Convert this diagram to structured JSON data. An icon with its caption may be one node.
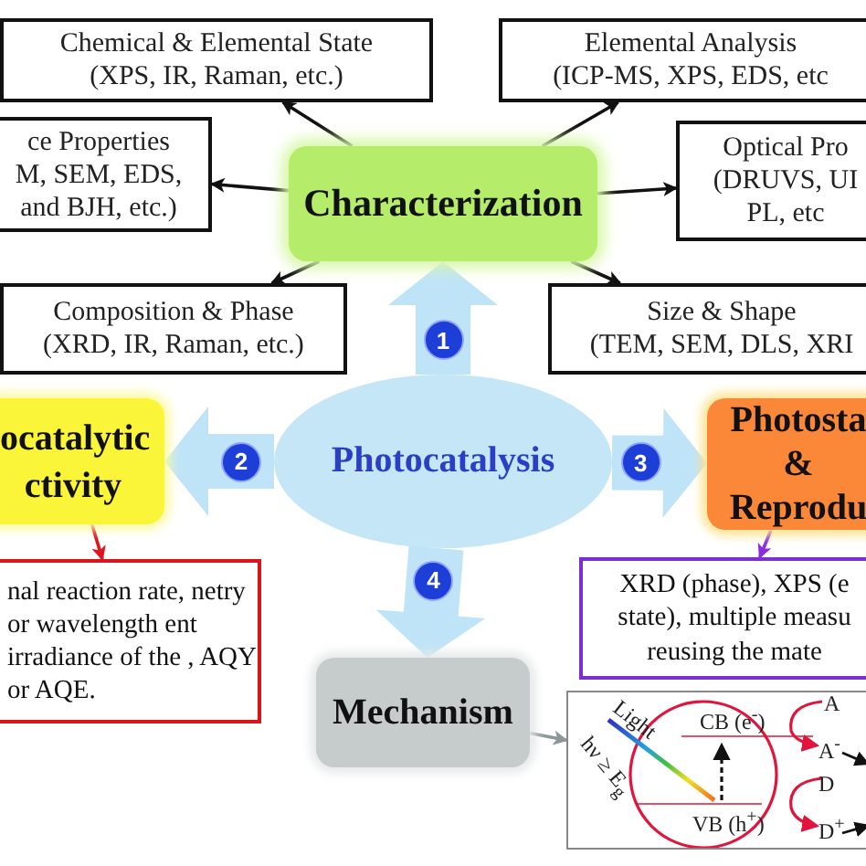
{
  "diagram": {
    "nodes": [
      {
        "text": [
          "Characterization"
        ]
      },
      {
        "text": [
          "Chemical & Elemental State",
          "(XPS, IR, Raman, etc.)"
        ]
      },
      {
        "text": [
          "Elemental Analysis",
          "(ICP-MS, XPS, EDS, etc"
        ]
      },
      {
        "text": [
          "ce Properties",
          "M, SEM, EDS,",
          "and BJH, etc.)"
        ]
      },
      {
        "text": [
          "Optical Pro",
          "(DRUVS, UI",
          "PL, etc"
        ]
      },
      {
        "text": [
          "Composition & Phase",
          "(XRD, IR, Raman, etc.)"
        ]
      },
      {
        "text": [
          "Size & Shape",
          "(TEM, SEM, DLS, XRI"
        ]
      },
      {
        "text": [
          "Photocatalysis"
        ]
      },
      {
        "text": [
          "ocatalytic ctivity"
        ]
      },
      {
        "text": [
          "nal reaction rate, netry or wavelength ent irradiance of the , AQY or AQE."
        ]
      },
      {
        "text": [
          "Photosta & Reprodu"
        ]
      },
      {
        "text": [
          "XRD (phase), XPS (e state), multiple measu reusing the mate"
        ]
      },
      {
        "text": [
          "Mechanism"
        ]
      },
      {
        "text": [
          "Light",
          "hν ≥ E$_{g}$",
          "CB (e$^{-}$)",
          "VB (h$^{+}$)",
          "A",
          "A$^{-}$",
          "D",
          "D$^{+}$"
        ]
      }
    ],
    "edges": [
      {
        "from": 0,
        "to": 1,
        "arrow": "to"
      },
      {
        "from": 0,
        "to": 2,
        "arrow": "to"
      },
      {
        "from": 0,
        "to": 3,
        "arrow": "to"
      },
      {
        "from": 0,
        "to": 4,
        "arrow": "to"
      },
      {
        "from": 0,
        "to": 5,
        "arrow": "to"
      },
      {
        "from": 0,
        "to": 6,
        "arrow": "to"
      },
      {
        "from": 7,
        "to": 0,
        "arrow": "to",
        "label": "1",
        "style": "thick",
        "color": "#bfe4f7"
      },
      {
        "from": 7,
        "to": 8,
        "arrow": "to",
        "label": "2",
        "style": "thick",
        "color": "#bfe4f7"
      },
      {
        "from": 7,
        "to": 10,
        "arrow": "to",
        "label": "3",
        "style": "thick",
        "color": "#bfe4f7"
      },
      {
        "from": 7,
        "to": 12,
        "arrow": "to",
        "label": "4",
        "style": "thick",
        "color": "#bfe4f7"
      },
      {
        "from": 8,
        "to": 9,
        "arrow": "to",
        "color": "#e0141e"
      },
      {
        "from": 10,
        "to": 11,
        "arrow": "to",
        "color": "#8a2be2"
      },
      {
        "from": 12,
        "to": 13,
        "arrow": "to",
        "color": "#8c9898"
      }
    ]
  }
}
